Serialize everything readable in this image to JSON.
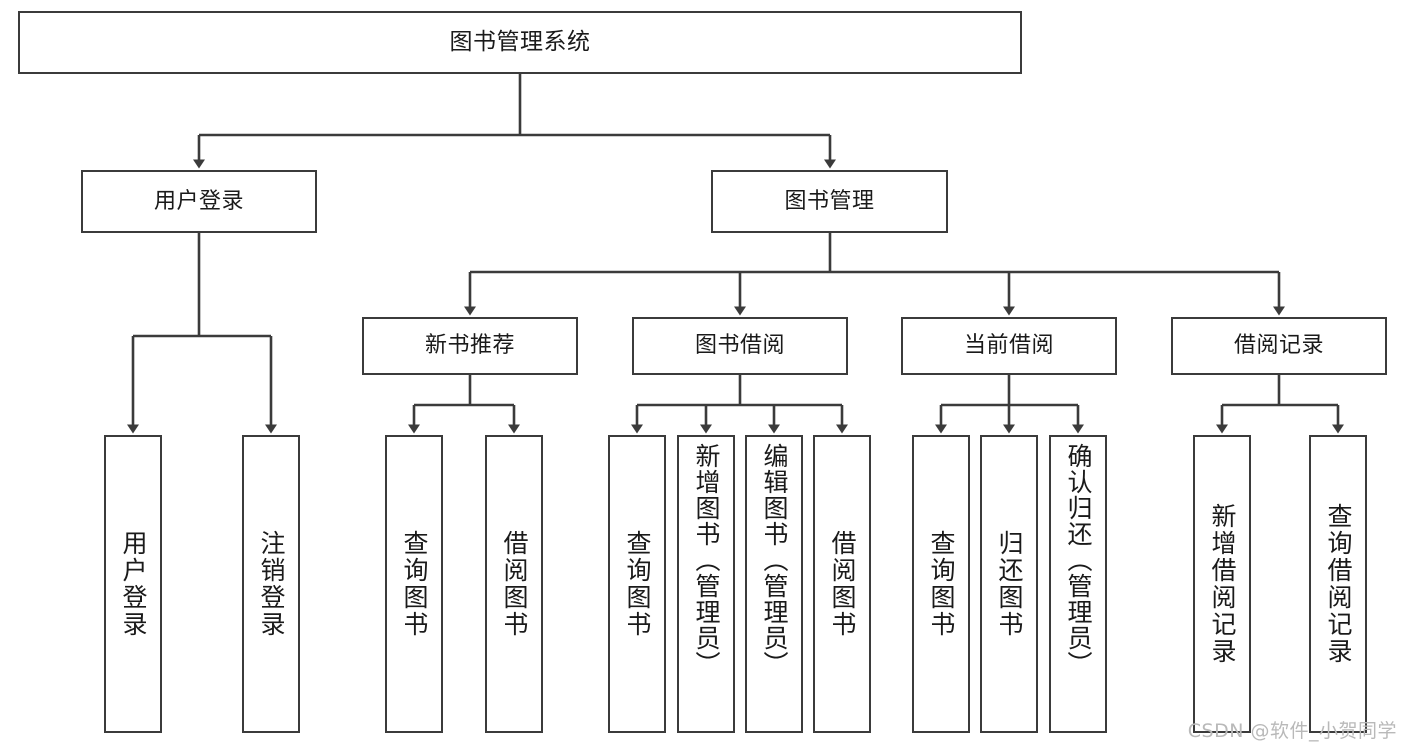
{
  "diagram": {
    "type": "tree",
    "title": "图书管理系统",
    "watermark": "CSDN @软件_小贺同学",
    "colors": {
      "stroke": "#3b3b3b",
      "fill": "#ffffff",
      "text": "#1a1a1a",
      "watermark": "#b9b9b9"
    },
    "nodes": {
      "root": {
        "label": "图书管理系统"
      },
      "level2": [
        {
          "label": "用户登录"
        },
        {
          "label": "图书管理"
        }
      ],
      "level3": [
        {
          "label": "新书推荐"
        },
        {
          "label": "图书借阅"
        },
        {
          "label": "当前借阅"
        },
        {
          "label": "借阅记录"
        }
      ],
      "leaves": {
        "user_login": [
          {
            "label": "用户登录"
          },
          {
            "label": "注销登录"
          }
        ],
        "new_book": [
          {
            "label": "查询图书"
          },
          {
            "label": "借阅图书"
          }
        ],
        "borrow": [
          {
            "label": "查询图书"
          },
          {
            "label": "新增图书（管理员）"
          },
          {
            "label": "编辑图书（管理员）"
          },
          {
            "label": "借阅图书"
          }
        ],
        "current": [
          {
            "label": "查询图书"
          },
          {
            "label": "归还图书"
          },
          {
            "label": "确认归还（管理员）"
          }
        ],
        "records": [
          {
            "label": "新增借阅记录"
          },
          {
            "label": "查询借阅记录"
          }
        ]
      }
    }
  }
}
